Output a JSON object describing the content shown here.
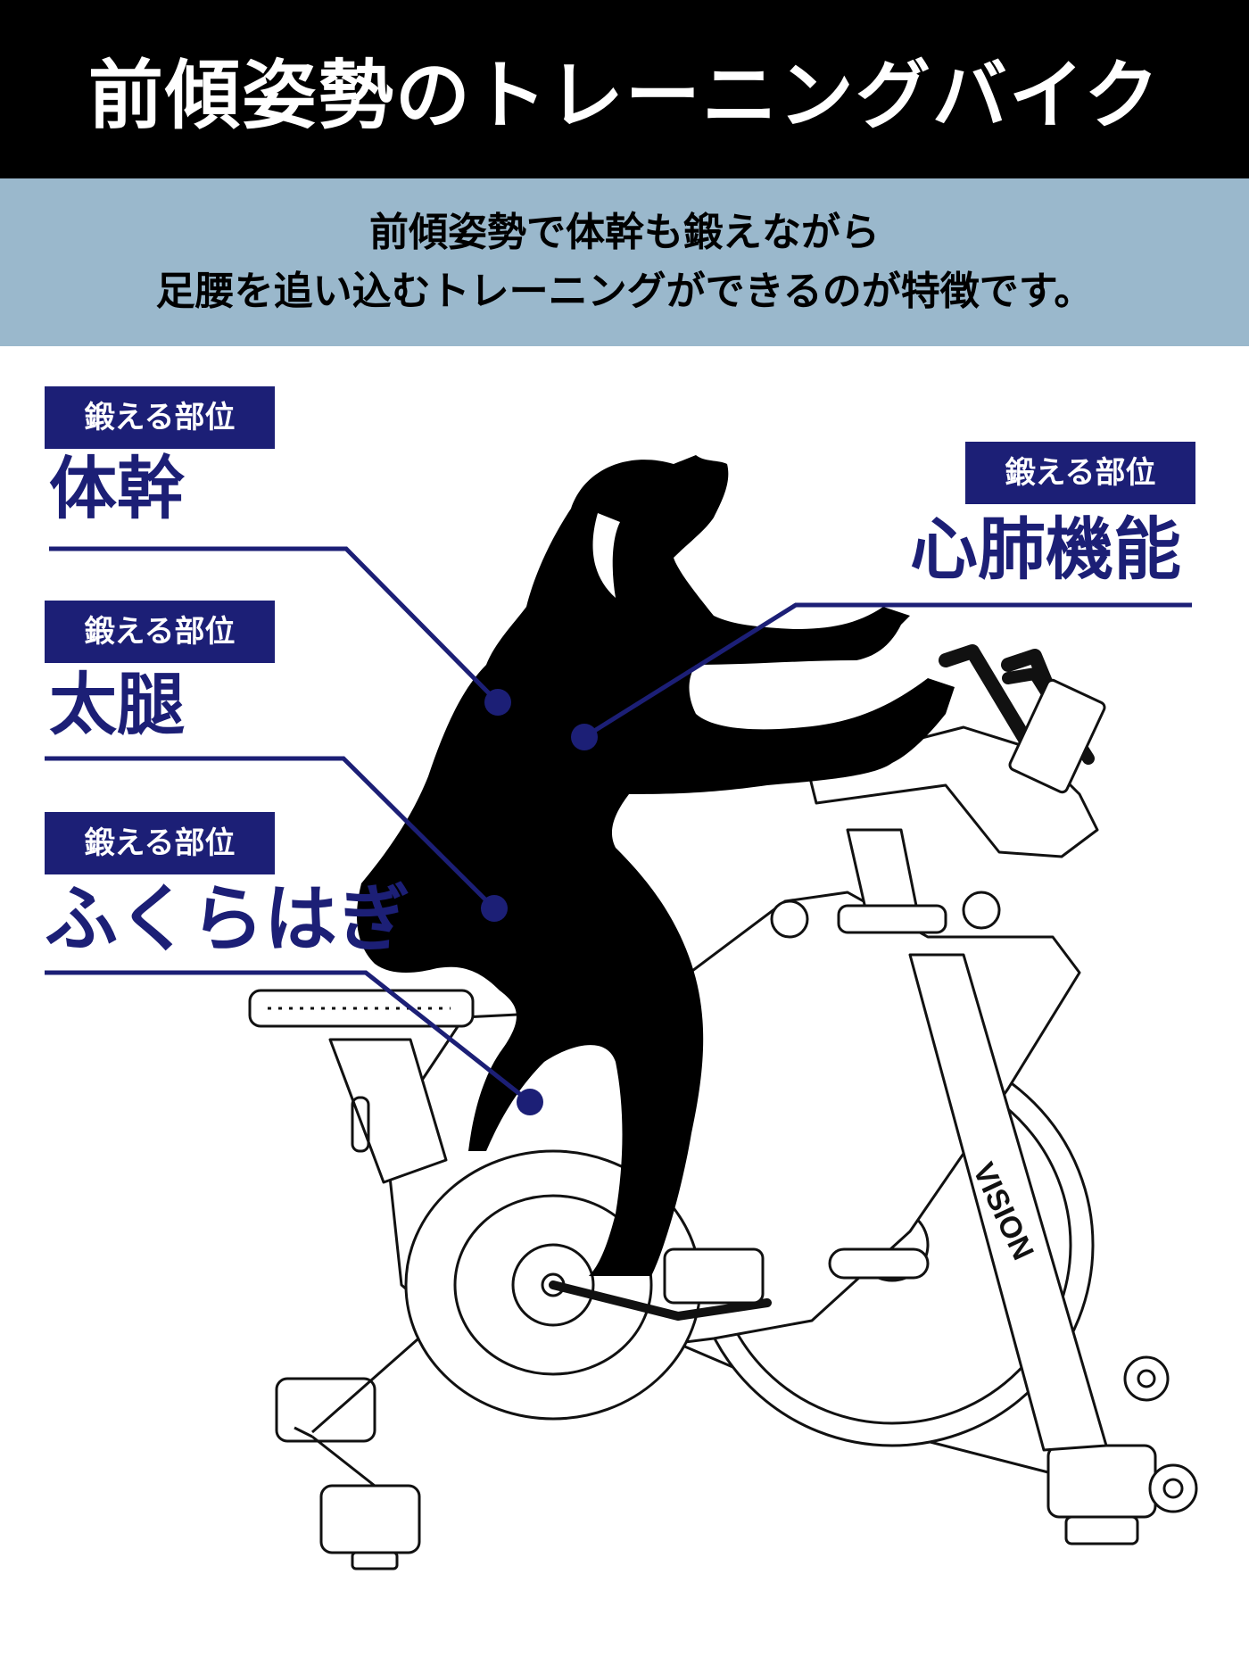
{
  "header": {
    "title": "前傾姿勢のトレーニングバイク"
  },
  "subheader": {
    "line1": "前傾姿勢で体幹も鍛えながら",
    "line2": "足腰を追い込むトレーニングができるのが特徴です。"
  },
  "callouts": [
    {
      "tag": "鍛える部位",
      "part": "体幹"
    },
    {
      "tag": "鍛える部位",
      "part": "太腿"
    },
    {
      "tag": "鍛える部位",
      "part": "ふくらはぎ"
    },
    {
      "tag": "鍛える部位",
      "part": "心肺機能"
    }
  ],
  "colors": {
    "accent": "#1c1f76",
    "subheader_bg": "#9ab8cc",
    "title_bg": "#000000"
  }
}
